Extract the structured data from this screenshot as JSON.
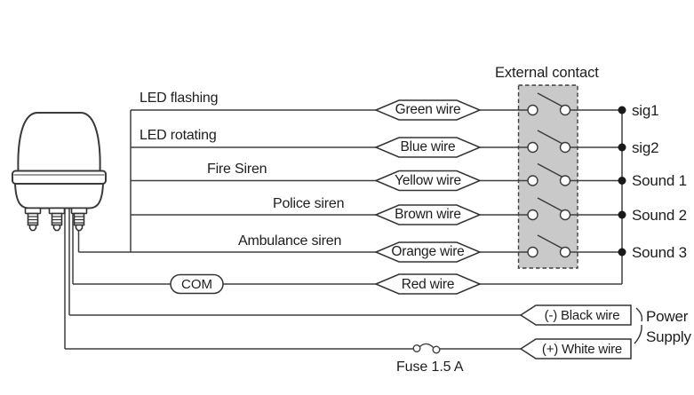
{
  "diagram_title": "External contact",
  "channels": [
    {
      "function": "LED flashing",
      "wire": "Green wire",
      "signal": "sig1"
    },
    {
      "function": "LED rotating",
      "wire": "Blue wire",
      "signal": "sig2"
    },
    {
      "function": "Fire Siren",
      "wire": "Yellow wire",
      "signal": "Sound 1"
    },
    {
      "function": "Police siren",
      "wire": "Brown wire",
      "signal": "Sound 2"
    },
    {
      "function": "Ambulance siren",
      "wire": "Orange wire",
      "signal": "Sound 3"
    }
  ],
  "common": {
    "label": "COM",
    "wire": "Red wire"
  },
  "power_supply": {
    "negative_label": "(-) Black wire",
    "positive_label": "(+) White wire",
    "group_label": "Power Supply",
    "fuse_label": "Fuse 1.5 A"
  },
  "colors": {
    "contact_box_fill": "#c9c9c9",
    "line": "#3f3f3f",
    "text": "#1d1d1d"
  }
}
